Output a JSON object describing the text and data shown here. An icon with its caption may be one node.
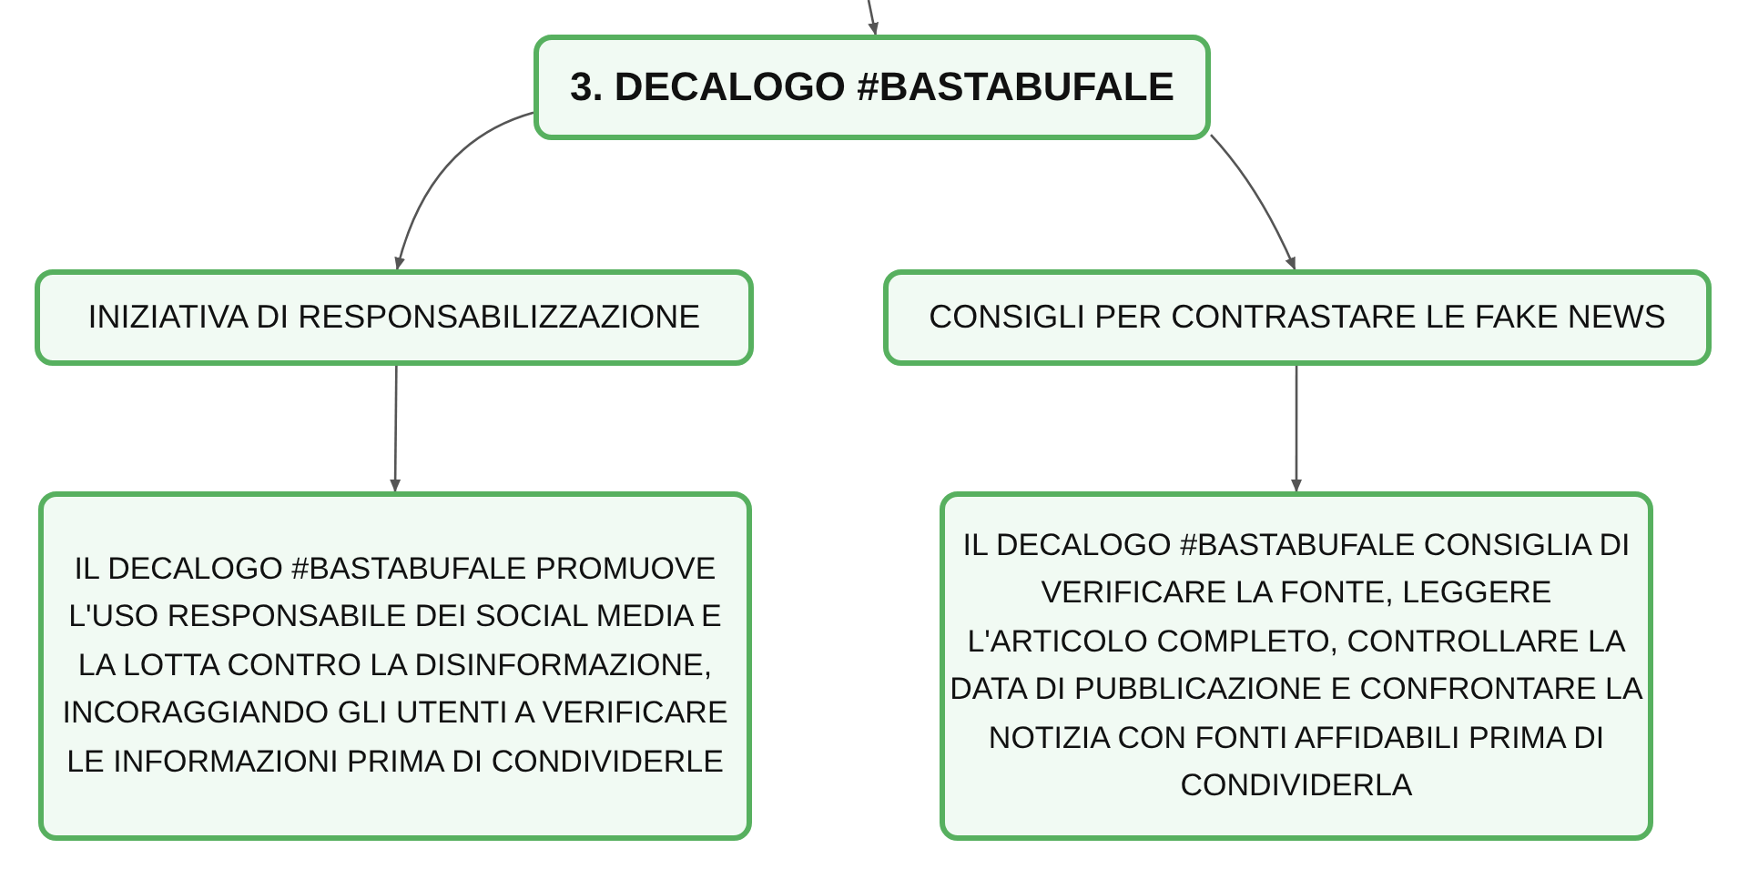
{
  "diagram": {
    "nodes": [
      {
        "text": [
          "3. DECALOGO #BASTABUFALE"
        ]
      },
      {
        "text": [
          "INIZIATIVA DI RESPONSABILIZZAZIONE"
        ]
      },
      {
        "text": [
          "CONSIGLI PER CONTRASTARE LE FAKE NEWS"
        ]
      },
      {
        "text": [
          "IL DECALOGO #BASTABUFALE PROMUOVE L'USO RESPONSABILE DEI SOCIAL MEDIA E LA LOTTA CONTRO LA DISINFORMAZIONE, INCORAGGIANDO GLI UTENTI A VERIFICARE LE INFORMAZIONI PRIMA DI CONDIVIDERLE"
        ]
      },
      {
        "text": [
          "IL DECALOGO #BASTABUFALE CONSIGLIA DI VERIFICARE LA FONTE, LEGGERE L'ARTICOLO COMPLETO, CONTROLLARE LA DATA DI PUBBLICAZIONE E CONFRONTARE LA NOTIZIA CON FONTI AFFIDABILI PRIMA DI CONDIVIDERLA"
        ]
      }
    ],
    "edges": [
      {
        "from": null,
        "to": 0,
        "arrow": "to"
      },
      {
        "from": 0,
        "to": 1,
        "arrow": "to"
      },
      {
        "from": 0,
        "to": 2,
        "arrow": "to"
      },
      {
        "from": 1,
        "to": 3,
        "arrow": "to"
      },
      {
        "from": 2,
        "to": 4,
        "arrow": "to"
      }
    ]
  }
}
